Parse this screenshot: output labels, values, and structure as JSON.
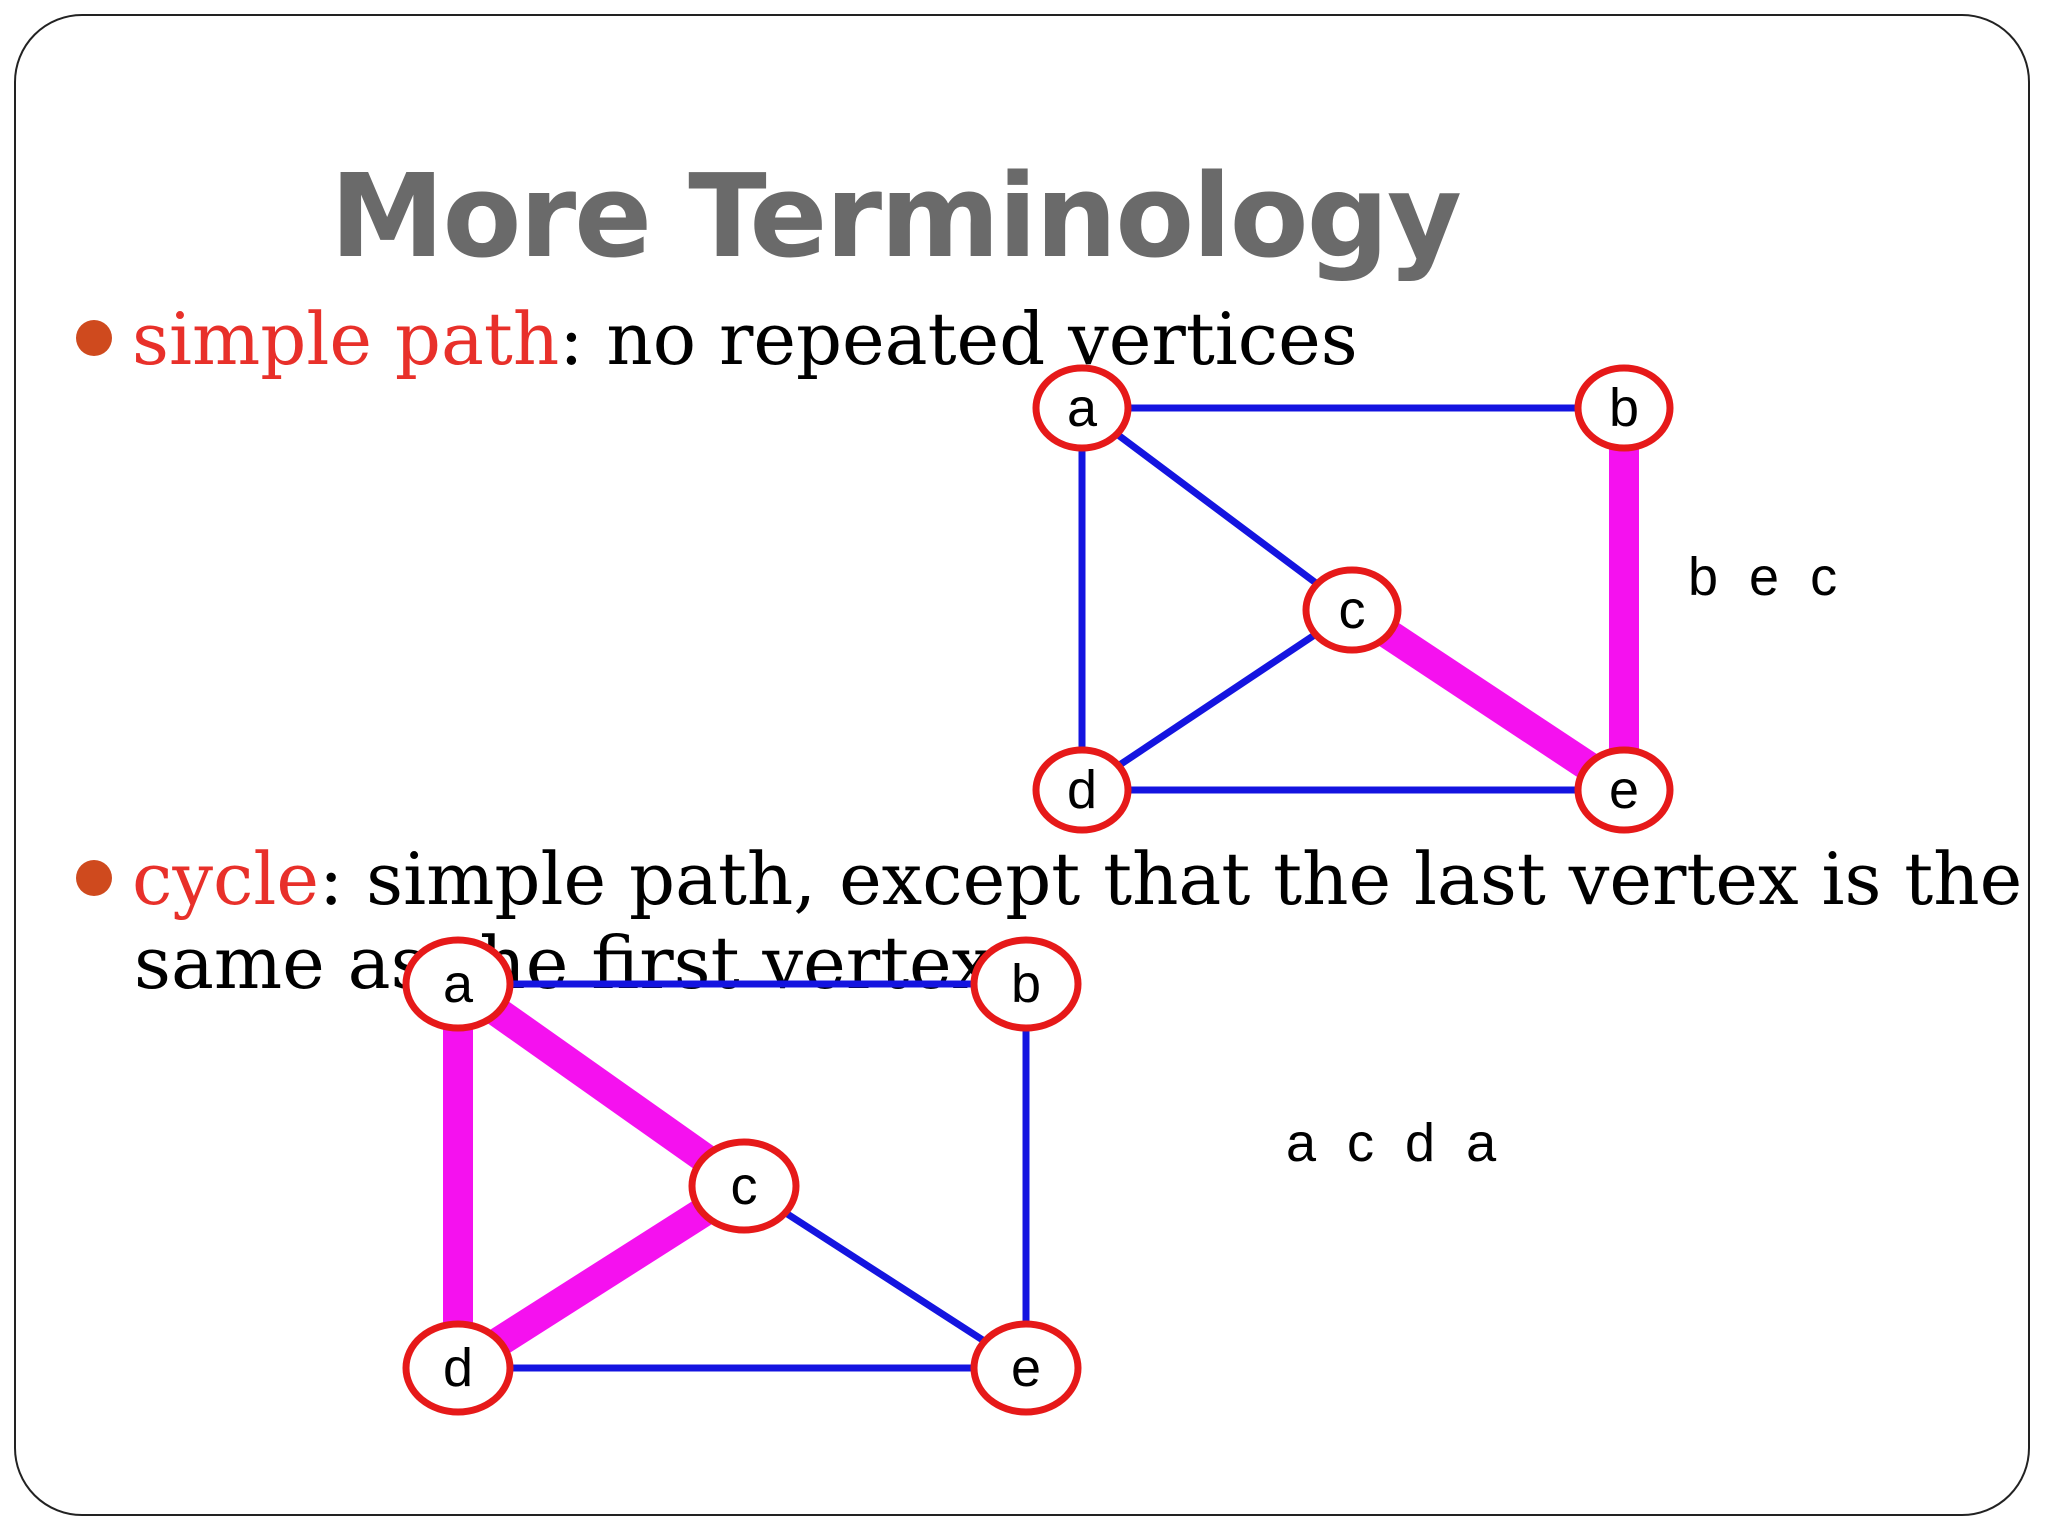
{
  "title": "More Terminology",
  "bullets": [
    {
      "term": "simple path",
      "rest": ":  no repeated vertices"
    },
    {
      "term": "cycle",
      "rest": ":   simple path, except that the last vertex is the",
      "continuation": "same as the first vertex"
    }
  ],
  "colors": {
    "edge": "#1414e0",
    "highlight": "#f511ef",
    "node_border": "#e61919",
    "bullet": "#cf4a1e",
    "term": "#e8302a",
    "title": "#6a6a6a"
  },
  "graph1": {
    "nodes": [
      "a",
      "b",
      "c",
      "d",
      "e"
    ],
    "edges": [
      [
        "a",
        "b"
      ],
      [
        "a",
        "c"
      ],
      [
        "a",
        "d"
      ],
      [
        "c",
        "d"
      ],
      [
        "d",
        "e"
      ],
      [
        "b",
        "e"
      ],
      [
        "c",
        "e"
      ]
    ],
    "highlighted_edges": [
      [
        "b",
        "e"
      ],
      [
        "c",
        "e"
      ]
    ],
    "path_label": "b e c"
  },
  "graph2": {
    "nodes": [
      "a",
      "b",
      "c",
      "d",
      "e"
    ],
    "edges": [
      [
        "a",
        "b"
      ],
      [
        "a",
        "c"
      ],
      [
        "a",
        "d"
      ],
      [
        "c",
        "d"
      ],
      [
        "d",
        "e"
      ],
      [
        "b",
        "e"
      ],
      [
        "c",
        "e"
      ]
    ],
    "highlighted_edges": [
      [
        "a",
        "c"
      ],
      [
        "c",
        "d"
      ],
      [
        "a",
        "d"
      ]
    ],
    "path_label": "a c d a"
  }
}
